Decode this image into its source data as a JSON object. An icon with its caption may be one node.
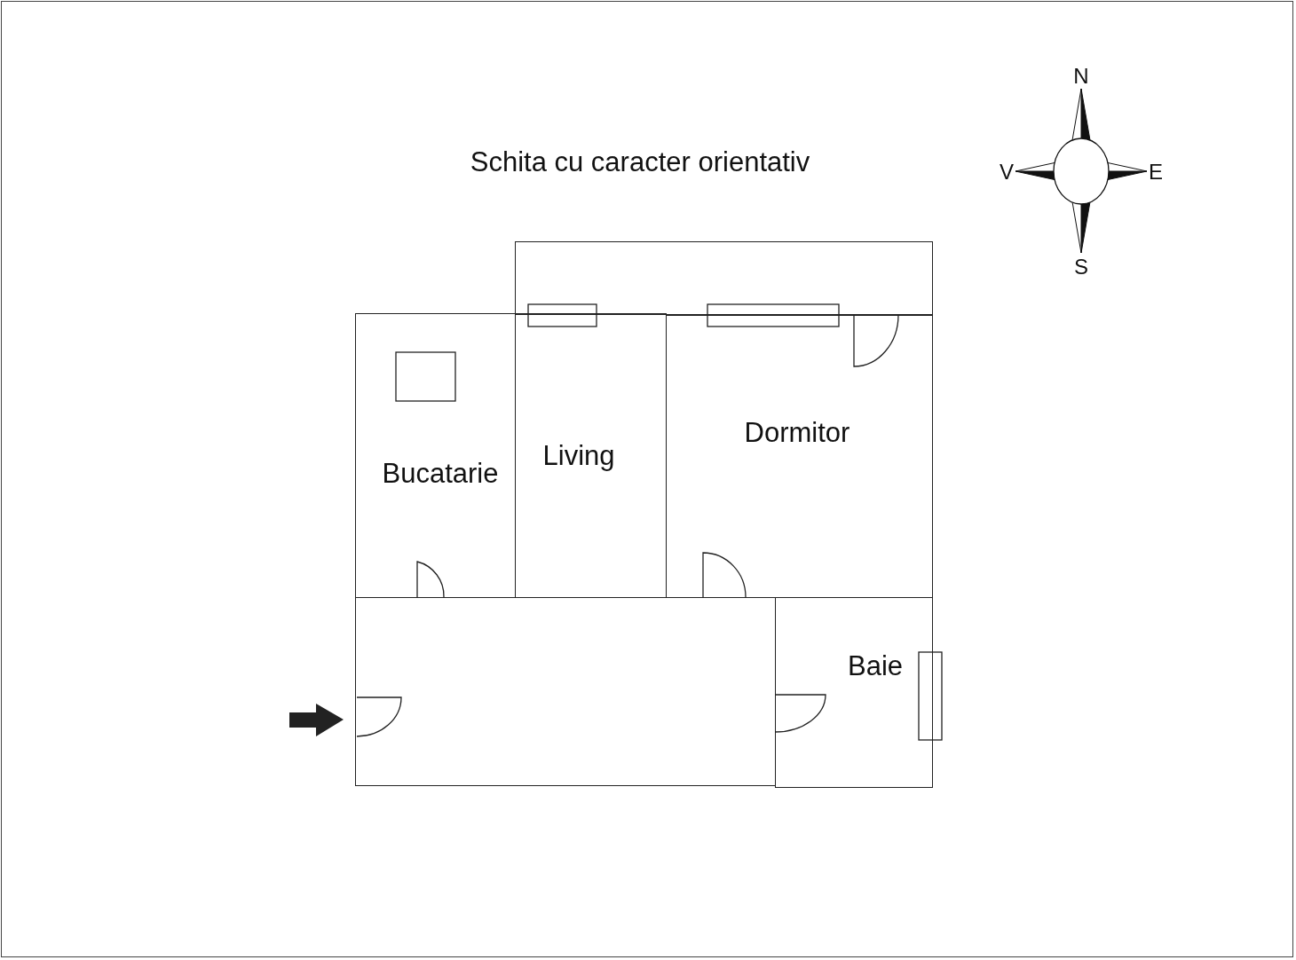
{
  "diagram": {
    "title": "Schita cu caracter orientativ",
    "nodes": [
      {
        "text": [],
        "shape": "box"
      },
      {
        "text": [
          "Bucatarie"
        ]
      },
      {
        "text": [
          "Living"
        ]
      },
      {
        "text": [
          "Dormitor"
        ]
      },
      {
        "text": [],
        "shape": "box"
      },
      {
        "text": [
          "Baie"
        ]
      }
    ],
    "labels": [
      "N",
      "V",
      "E",
      "S"
    ]
  }
}
